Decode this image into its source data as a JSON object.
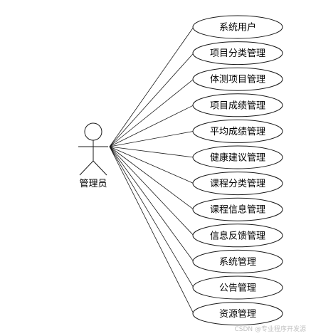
{
  "actor": {
    "name": "管理员"
  },
  "use_cases": [
    "系统用户",
    "项目分类管理",
    "体测项目管理",
    "项目成绩管理",
    "平均成绩管理",
    "健康建议管理",
    "课程分类管理",
    "课程信息管理",
    "信息反馈管理",
    "系统管理",
    "公告管理",
    "资源管理"
  ],
  "watermark": "CSDN @专业程序开发源"
}
